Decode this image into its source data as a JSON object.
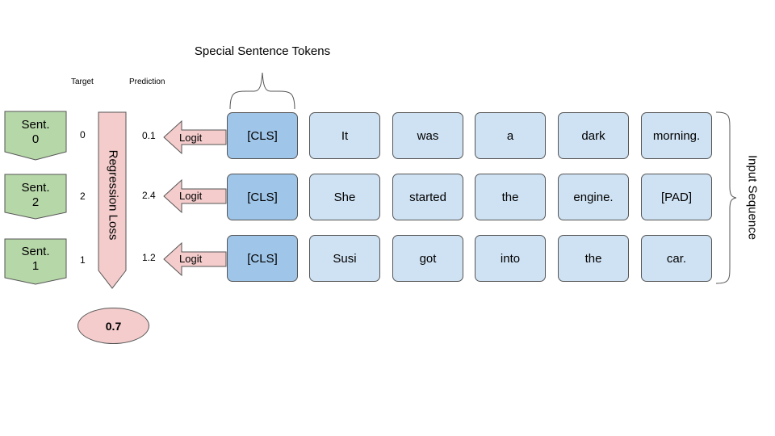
{
  "title": "Special Sentence Tokens",
  "headers": {
    "target": "Target",
    "prediction": "Prediction"
  },
  "input_label": "Input Sequence",
  "loss_label": "Regression Loss",
  "loss_value": "0.7",
  "logit_label": "Logit",
  "rows": [
    {
      "sentence_line1": "Sent.",
      "sentence_line2": "0",
      "target": "0",
      "prediction": "0.1",
      "tokens": [
        "[CLS]",
        "It",
        "was",
        "a",
        "dark",
        "morning."
      ]
    },
    {
      "sentence_line1": "Sent.",
      "sentence_line2": "2",
      "target": "2",
      "prediction": "2.4",
      "tokens": [
        "[CLS]",
        "She",
        "started",
        "the",
        "engine.",
        "[PAD]"
      ]
    },
    {
      "sentence_line1": "Sent.",
      "sentence_line2": "1",
      "target": "1",
      "prediction": "1.2",
      "tokens": [
        "[CLS]",
        "Susi",
        "got",
        "into",
        "the",
        "car."
      ]
    }
  ],
  "colors": {
    "token_fill": "#cfe2f3",
    "cls_fill": "#9fc5e8",
    "sentence_fill": "#b6d7a8",
    "loss_fill": "#f4cccc",
    "stroke": "#555555"
  }
}
